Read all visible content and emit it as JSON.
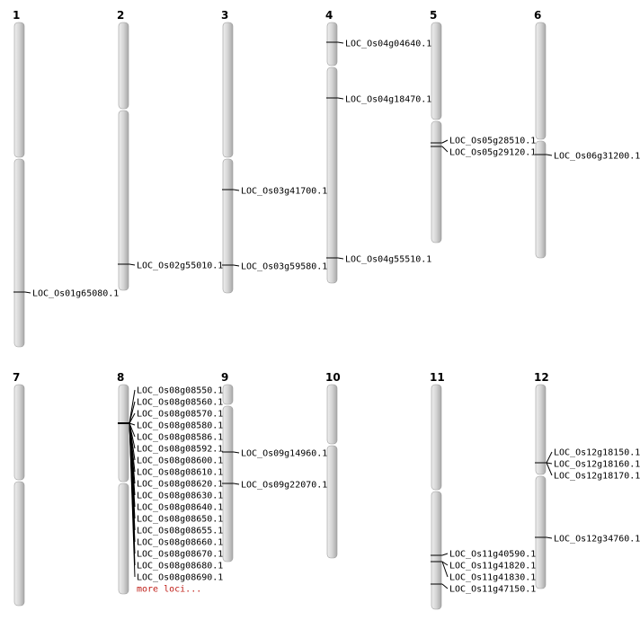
{
  "colors": {
    "chromosome_fill": "#d4d4d4",
    "chromosome_edge": "#9a9a9a",
    "marker": "#000000",
    "more_link": "#c0201a"
  },
  "chromosomes": [
    {
      "name": "1",
      "loci": [
        "LOC_Os01g65080.1"
      ]
    },
    {
      "name": "2",
      "loci": [
        "LOC_Os02g55010.1"
      ]
    },
    {
      "name": "3",
      "loci": [
        "LOC_Os03g41700.1",
        "LOC_Os03g59580.1"
      ]
    },
    {
      "name": "4",
      "loci": [
        "LOC_Os04g04640.1",
        "LOC_Os04g18470.1",
        "LOC_Os04g55510.1"
      ]
    },
    {
      "name": "5",
      "loci": [
        "LOC_Os05g28510.1",
        "LOC_Os05g29120.1"
      ]
    },
    {
      "name": "6",
      "loci": [
        "LOC_Os06g31200.1"
      ]
    },
    {
      "name": "7",
      "loci": []
    },
    {
      "name": "8",
      "loci": [
        "LOC_Os08g08550.1",
        "LOC_Os08g08560.1",
        "LOC_Os08g08570.1",
        "LOC_Os08g08580.1",
        "LOC_Os08g08586.1",
        "LOC_Os08g08592.1",
        "LOC_Os08g08600.1",
        "LOC_Os08g08610.1",
        "LOC_Os08g08620.1",
        "LOC_Os08g08630.1",
        "LOC_Os08g08640.1",
        "LOC_Os08g08650.1",
        "LOC_Os08g08655.1",
        "LOC_Os08g08660.1",
        "LOC_Os08g08670.1",
        "LOC_Os08g08680.1",
        "LOC_Os08g08690.1"
      ],
      "more_label": "more loci..."
    },
    {
      "name": "9",
      "loci": [
        "LOC_Os09g14960.1",
        "LOC_Os09g22070.1"
      ]
    },
    {
      "name": "10",
      "loci": []
    },
    {
      "name": "11",
      "loci": [
        "LOC_Os11g40590.1",
        "LOC_Os11g41820.1",
        "LOC_Os11g41830.1",
        "LOC_Os11g47150.1"
      ]
    },
    {
      "name": "12",
      "loci": [
        "LOC_Os12g18150.1",
        "LOC_Os12g18160.1",
        "LOC_Os12g18170.1",
        "LOC_Os12g34760.1"
      ]
    }
  ]
}
